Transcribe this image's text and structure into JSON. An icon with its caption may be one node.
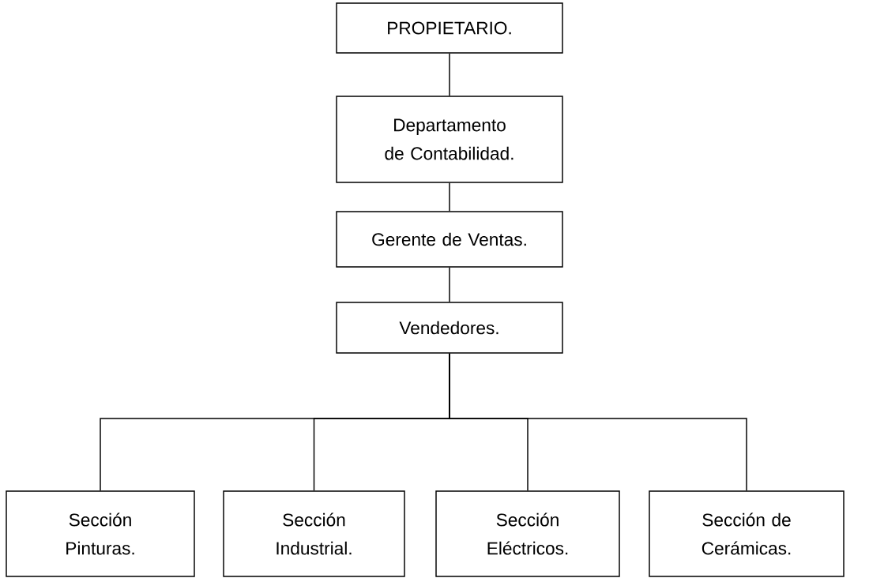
{
  "diagram": {
    "nodes": [
      {
        "text": [
          "PROPIETARIO."
        ]
      },
      {
        "text": [
          "Departamento de Contabilidad."
        ]
      },
      {
        "text": [
          "Gerente de Ventas."
        ]
      },
      {
        "text": [
          "Vendedores."
        ]
      },
      {
        "text": [
          "Sección Pinturas."
        ]
      },
      {
        "text": [
          "Sección Industrial."
        ]
      },
      {
        "text": [
          "Sección Eléctricos."
        ]
      },
      {
        "text": [
          "Sección de Cerámicas."
        ]
      }
    ],
    "edges": [
      {
        "from": 0,
        "to": 1,
        "arrow": "none"
      },
      {
        "from": 1,
        "to": 2,
        "arrow": "none"
      },
      {
        "from": 2,
        "to": 3,
        "arrow": "none"
      },
      {
        "from": 3,
        "to": 4,
        "arrow": "none"
      },
      {
        "from": 3,
        "to": 5,
        "arrow": "none"
      },
      {
        "from": 3,
        "to": 6,
        "arrow": "none"
      },
      {
        "from": 3,
        "to": 7,
        "arrow": "none"
      }
    ]
  }
}
